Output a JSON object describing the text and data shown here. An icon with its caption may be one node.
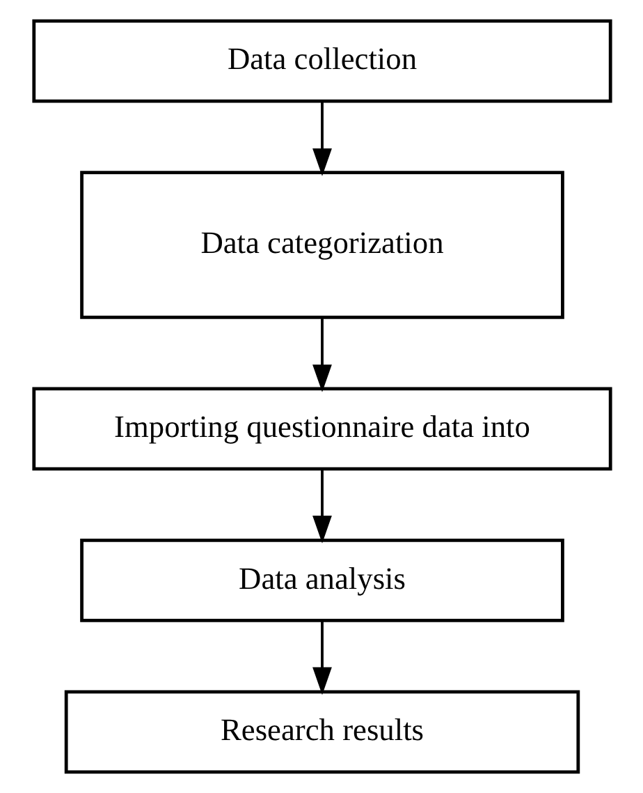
{
  "diagram": {
    "nodes": [
      {
        "text": [
          "Data collection"
        ]
      },
      {
        "text": [
          "Data categorization"
        ]
      },
      {
        "text": [
          "Importing questionnaire data into"
        ]
      },
      {
        "text": [
          "Data analysis"
        ]
      },
      {
        "text": [
          "Research results"
        ]
      }
    ],
    "edges": [
      {
        "from": 0,
        "to": 1,
        "arrow": "to"
      },
      {
        "from": 1,
        "to": 2,
        "arrow": "to"
      },
      {
        "from": 2,
        "to": 3,
        "arrow": "to"
      },
      {
        "from": 3,
        "to": 4,
        "arrow": "to"
      }
    ]
  }
}
